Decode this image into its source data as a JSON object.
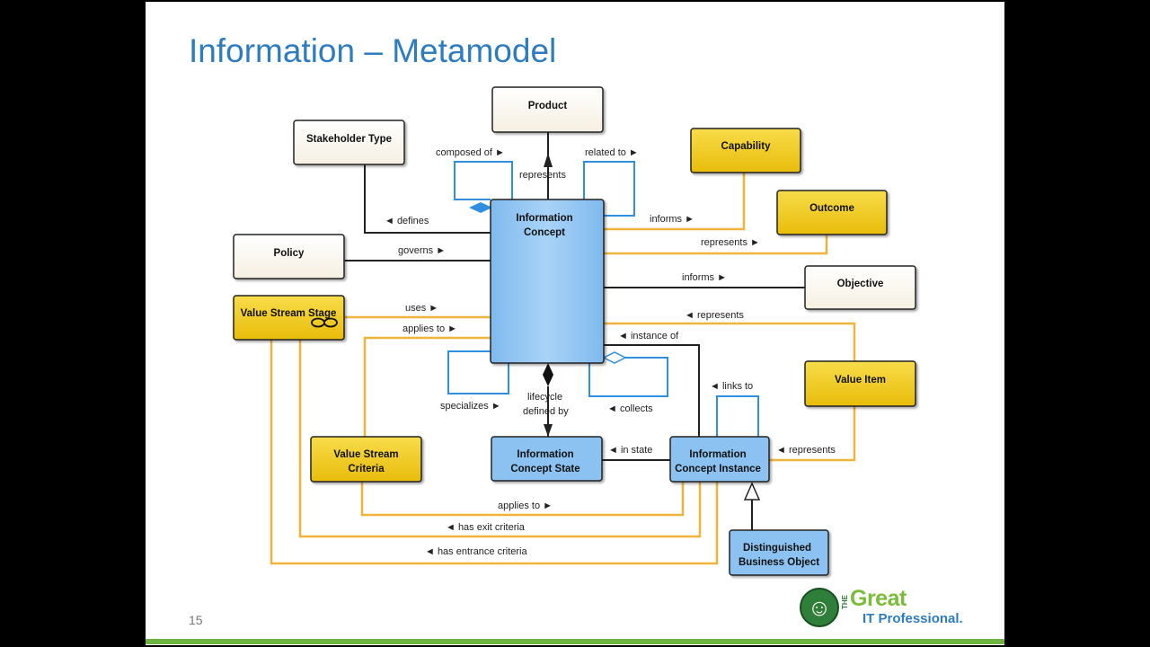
{
  "slide": {
    "title": "Information – Metamodel",
    "page_number": "15"
  },
  "colors": {
    "title": "#2e7cc0",
    "plain_box": "#fdfaf3",
    "yellow_box": "#f2cc1a",
    "blue_box": "#8cc2f2",
    "orange_line": "#f0b43c",
    "blue_line": "#2f8fe0",
    "accent_bar": "#6cb33f"
  },
  "nodes": {
    "product": "Product",
    "stakeholder_type": "Stakeholder Type",
    "capability": "Capability",
    "outcome": "Outcome",
    "policy": "Policy",
    "objective": "Objective",
    "value_stream_stage": "Value Stream Stage",
    "value_item": "Value Item",
    "value_stream_criteria_1": "Value Stream",
    "value_stream_criteria_2": "Criteria",
    "information_concept_1": "Information",
    "information_concept_2": "Concept",
    "ic_state_1": "Information",
    "ic_state_2": "Concept State",
    "ic_instance_1": "Information",
    "ic_instance_2": "Concept Instance",
    "dbo_1": "Distinguished",
    "dbo_2": "Business Object"
  },
  "edges": {
    "composed_of": "composed of ►",
    "related_to": "related to ►",
    "represents_product": "represents",
    "defines": "◄ defines",
    "informs_capability": "informs ►",
    "represents_outcome": "represents ►",
    "governs": "governs ►",
    "informs_objective": "informs ►",
    "uses": "uses ►",
    "represents_value_item": "◄ represents",
    "applies_to_ic": "applies to ►",
    "instance_of": "◄ instance of",
    "links_to": "◄ links to",
    "specializes": "specializes ►",
    "lifecycle_1": "lifecycle",
    "lifecycle_2": "defined by",
    "collects": "◄ collects",
    "in_state": "◄ in state",
    "represents_instance": "◄ represents",
    "applies_to_criteria": "applies to ►",
    "has_exit_criteria": "◄ has exit criteria",
    "has_entrance_criteria": "◄ has entrance criteria"
  },
  "logo": {
    "the": "THE",
    "great": "Great",
    "it_professional": "IT Professional."
  }
}
